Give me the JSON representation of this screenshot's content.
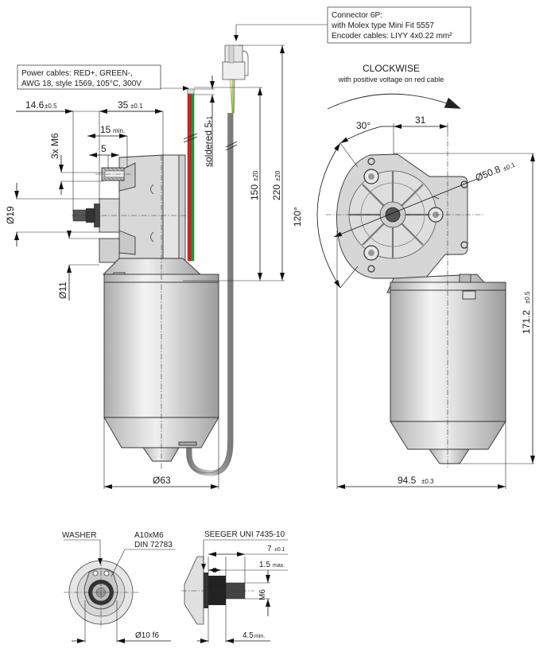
{
  "callouts": {
    "connector": [
      "Connector 6P:",
      "with Molex type Mini Fit 5557",
      "Encoder cables: LIYY 4x0.22 mm²"
    ],
    "power_cables": [
      "Power cables: RED+, GREEN-,",
      "AWG 18, style 1569, 105°C, 300V"
    ]
  },
  "rotation": {
    "title": "CLOCKWISE",
    "subtitle": "with positive voltage on red cable"
  },
  "side_view": {
    "dim_14_6": "14.6",
    "dim_14_6_tol": "±0.5",
    "dim_35": "35",
    "dim_35_tol": "±0.1",
    "dim_15": "15",
    "dim_15_tol": "min.",
    "dim_5": "5",
    "thread": "3x M6",
    "dia_19": "Ø19",
    "dia_11": "Ø11",
    "dia_63": "Ø63",
    "soldered": "soldered 5",
    "soldered_tol": "+1",
    "len_150": "150",
    "len_150_tol": "±20",
    "len_220": "220",
    "len_220_tol": "±20",
    "cable_colors": {
      "red": "#e02020",
      "green": "#1a9a3a",
      "grey": "#9a9a9a"
    }
  },
  "front_view": {
    "angle_30": "30°",
    "dim_31": "31",
    "angle_120": "120°",
    "dia_50_8": "Ø50.8",
    "dia_50_8_tol": "±0.1",
    "height": "171.2",
    "height_tol": "±0.5",
    "width": "94.5",
    "width_tol": "±0.3"
  },
  "shaft_end_view": {
    "washer": "WASHER",
    "key": [
      "A10xM6",
      "DIN 72783"
    ],
    "dia_10": "Ø10 f6"
  },
  "shaft_side_view": {
    "seeger": "SEEGER UNI 7435-10",
    "dim_7": "7",
    "dim_7_tol": "±0.1",
    "dim_1_5": "1.5",
    "dim_1_5_tol": "max.",
    "thread": "M6",
    "dim_4_5": "4.5",
    "dim_4_5_tol": "min."
  }
}
